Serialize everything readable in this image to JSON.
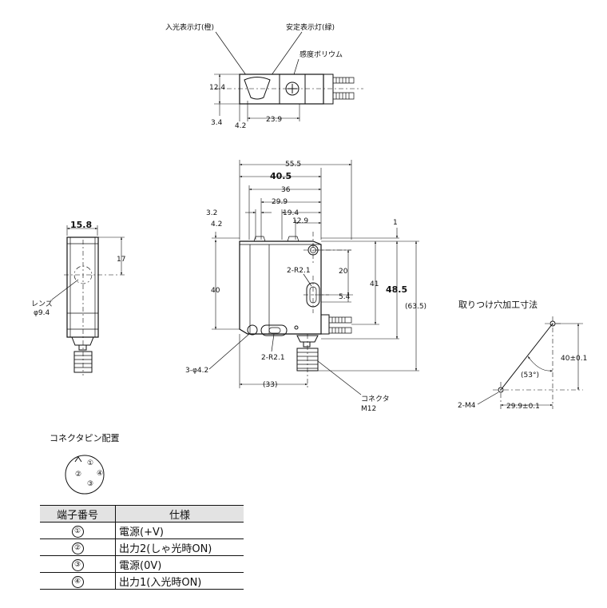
{
  "top_view": {
    "label_input_led": "入光表示灯(橙)",
    "label_stable_led": "安定表示灯(緑)",
    "label_volume": "感度ボリウム",
    "dim_height": "12.4",
    "dim_bottom": "3.4",
    "dim_offset": "4.2",
    "dim_width": "23.9"
  },
  "side_view": {
    "dim_width": "15.8",
    "dim_height": "17",
    "lens_label": "レンズ",
    "lens_dia": "φ9.4"
  },
  "front_view": {
    "dim_55_5": "55.5",
    "dim_40_5": "40.5",
    "dim_36": "36",
    "dim_29_9": "29.9",
    "dim_19_4": "19.4",
    "dim_12_9": "12.9",
    "dim_3_2": "3.2",
    "dim_4_2": "4.2",
    "dim_1": "1",
    "dim_40": "40",
    "dim_20": "20",
    "dim_41": "41",
    "dim_48_5": "48.5",
    "dim_63_5": "(63.5)",
    "dim_5_4": "5.4",
    "label_r21_top": "2-R2.1",
    "label_r21_bottom": "2-R2.1",
    "label_holes": "3-φ4.2",
    "dim_33": "(33)",
    "label_connector": "コネクタ",
    "label_connector_type": "M12"
  },
  "mounting": {
    "title": "取りつけ穴加工寸法",
    "dim_40": "40±0.1",
    "dim_angle": "(53°)",
    "label_thread": "2-M4",
    "dim_29_9": "29.9±0.1"
  },
  "pin_diagram": {
    "title": "コネクタピン配置",
    "pins": [
      "①",
      "②",
      "③",
      "④"
    ]
  },
  "pin_table": {
    "headers": [
      "端子番号",
      "仕様"
    ],
    "rows": [
      {
        "pin": "①",
        "spec": "電源(+V)"
      },
      {
        "pin": "②",
        "spec": "出力2(しゃ光時ON)"
      },
      {
        "pin": "③",
        "spec": "電源(0V)"
      },
      {
        "pin": "④",
        "spec": "出力1(入光時ON)"
      }
    ]
  }
}
